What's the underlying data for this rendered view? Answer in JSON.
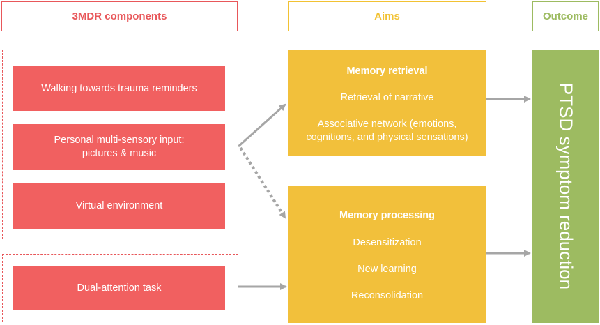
{
  "headers": {
    "components": "3MDR components",
    "aims": "Aims",
    "outcome": "Outcome"
  },
  "components": [
    "Walking towards trauma reminders",
    "Personal multi-sensory input: pictures & music",
    "Virtual environment",
    "Dual-attention task"
  ],
  "aims": {
    "retrieval": {
      "title": "Memory retrieval",
      "items": [
        "Retrieval of narrative",
        "Associative network (emotions, cognitions, and physical sensations)"
      ]
    },
    "processing": {
      "title": "Memory processing",
      "items": [
        "Desensitization",
        "New learning",
        "Reconsolidation"
      ]
    }
  },
  "outcome": {
    "text": "PTSD symptom reduction"
  },
  "colors": {
    "red": "#f16060",
    "red_border": "#e8575a",
    "yellow": "#f2c03b",
    "green": "#9dbb61",
    "arrow": "#a6a6a6"
  }
}
